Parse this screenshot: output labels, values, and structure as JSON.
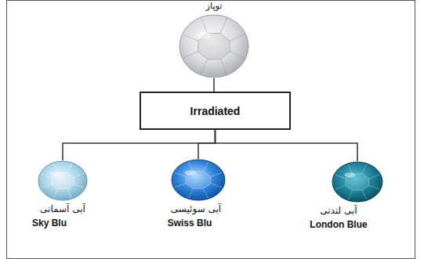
{
  "diagram": {
    "nodes": [
      {
        "text": [
          "توپاز"
        ]
      },
      {
        "text": [
          "Irradiated"
        ]
      },
      {
        "text": [
          "آبی آسمانی",
          "Sky Blu"
        ]
      },
      {
        "text": [
          "آبی سوئیسی",
          "Swiss Blu"
        ]
      },
      {
        "text": [
          "آبی لندنی",
          "London Blue"
        ]
      }
    ],
    "edges": [
      {
        "from": 0,
        "to": 1,
        "arrow": "none"
      },
      {
        "from": 1,
        "to": 2,
        "arrow": "none"
      },
      {
        "from": 1,
        "to": 3,
        "arrow": "none"
      },
      {
        "from": 1,
        "to": 4,
        "arrow": "none"
      }
    ]
  }
}
